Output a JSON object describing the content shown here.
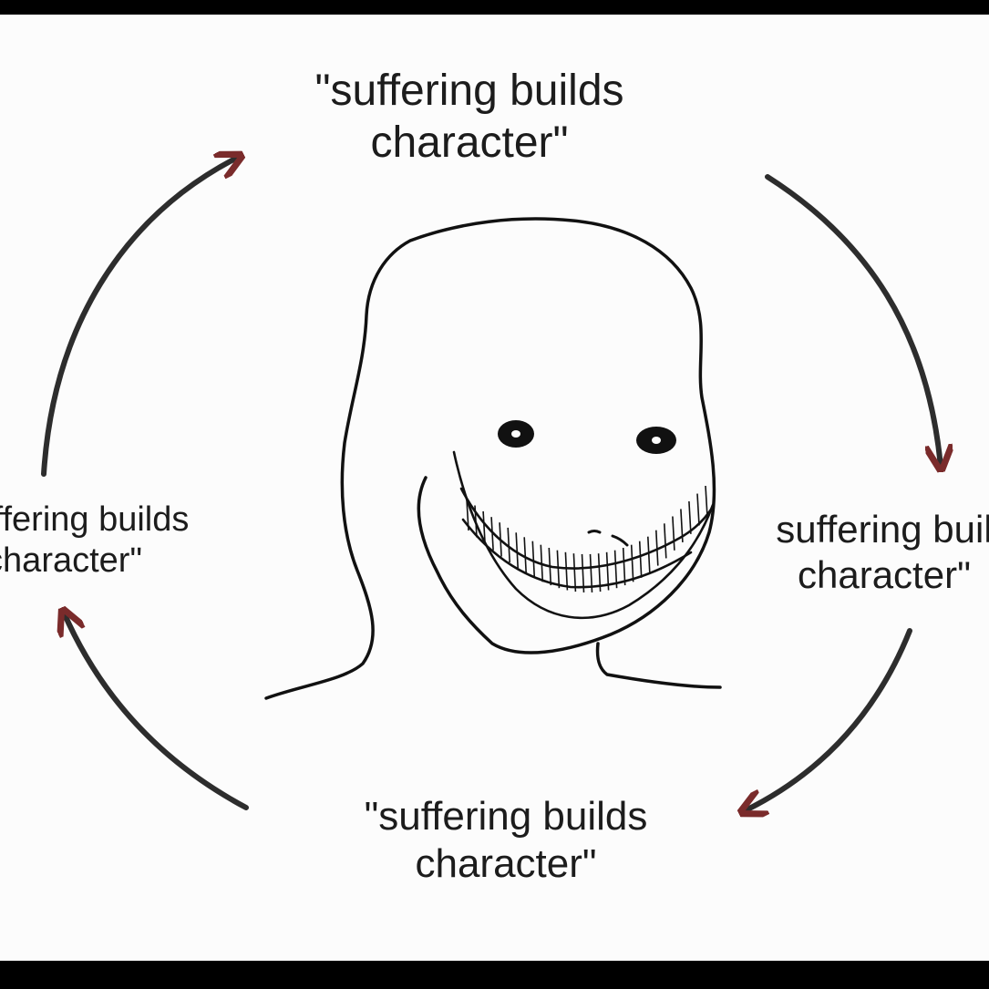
{
  "captions": {
    "top": {
      "line1": "\"suffering builds",
      "line2": "character\""
    },
    "right": {
      "line1": "suffering buil",
      "line2": "character\""
    },
    "bottom": {
      "line1": "\"suffering builds",
      "line2": "character\""
    },
    "left": {
      "line1": "ffering builds",
      "line2": "character\""
    }
  },
  "colors": {
    "frame": "#000000",
    "background": "#fcfcfc",
    "text": "#1c1c1c",
    "arrow": "#2d2d2d",
    "arrow_head": "#7a2b2b",
    "line": "#111111"
  },
  "icons": [
    "wojak-smiling-face",
    "cycle-arrow"
  ]
}
